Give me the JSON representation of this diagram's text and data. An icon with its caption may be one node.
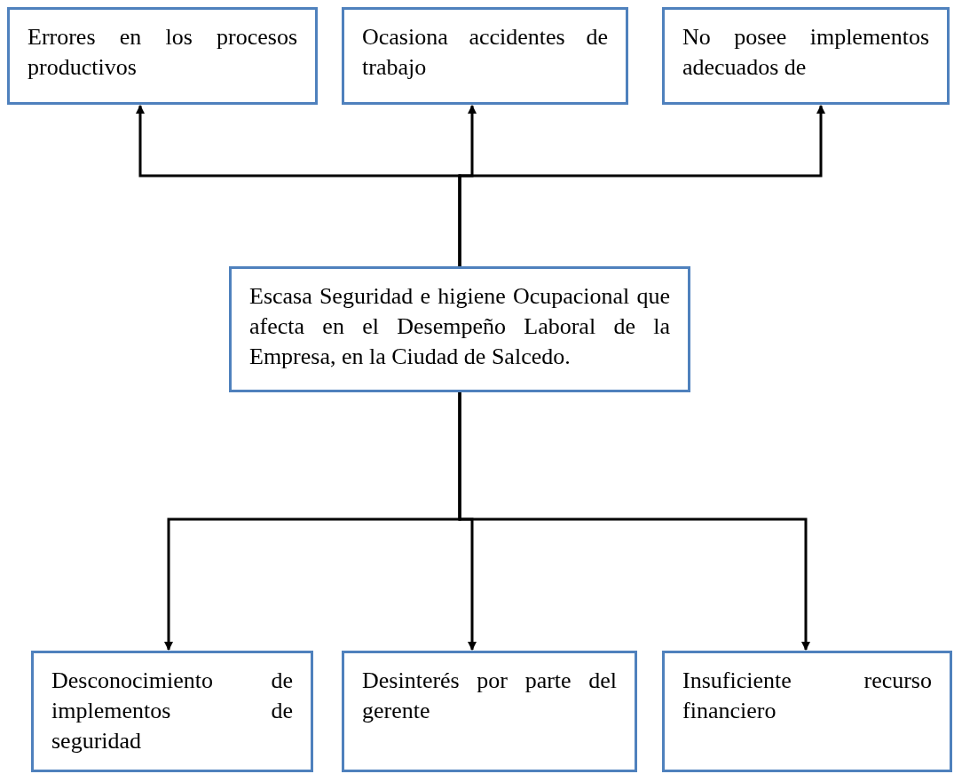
{
  "diagram": {
    "nodes": [
      {
        "text": [
          "Errores en los procesos productivos"
        ]
      },
      {
        "text": [
          "Ocasiona accidentes de trabajo"
        ]
      },
      {
        "text": [
          "No posee implementos adecuados de"
        ]
      },
      {
        "text": [
          "Escasa Seguridad e higiene Ocupacional que afecta en el Desempeño Laboral de la Empresa, en la Ciudad de Salcedo."
        ]
      },
      {
        "text": [
          "Desconocimiento de implementos de seguridad"
        ]
      },
      {
        "text": [
          "Desinterés por parte del gerente"
        ]
      },
      {
        "text": [
          "Insuficiente recurso financiero"
        ]
      }
    ],
    "edges": [
      {
        "from": 3,
        "to": 0,
        "arrow": "to"
      },
      {
        "from": 3,
        "to": 1,
        "arrow": "to"
      },
      {
        "from": 3,
        "to": 2,
        "arrow": "to"
      },
      {
        "from": 3,
        "to": 4,
        "arrow": "to"
      },
      {
        "from": 3,
        "to": 5,
        "arrow": "to"
      },
      {
        "from": 3,
        "to": 6,
        "arrow": "to"
      }
    ]
  }
}
